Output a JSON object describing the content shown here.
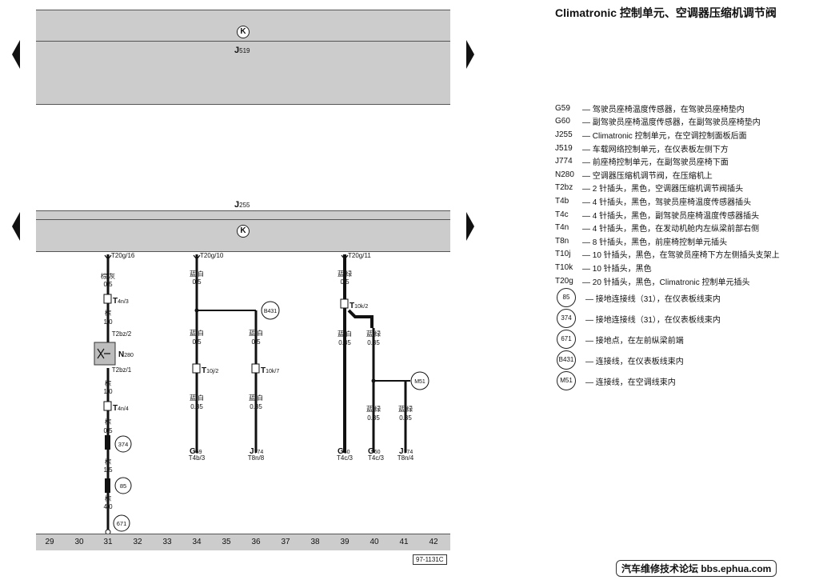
{
  "page_title": "Climatronic 控制单元、空调器压缩机调节阀",
  "top_band": {
    "component": "J",
    "component_sub": "519",
    "symbol": "K"
  },
  "mid_band": {
    "component": "J",
    "component_sub": "255",
    "symbol": "K"
  },
  "connectors_top": [
    "T20g/16",
    "T20g/10",
    "T20g/11"
  ],
  "diagram_labels": {
    "w1": "棕/灰",
    "w1s": "0.5",
    "t4n3": "T",
    "t4n3_sub": "4n/3",
    "w2": "棕",
    "w2s": "1.0",
    "t2bz2": "T2bz/2",
    "n280": "N",
    "n280_sub": "280",
    "t2bz1": "T2bz/1",
    "w3": "棕",
    "w3s": "1.0",
    "t4n4": "T",
    "t4n4_sub": "4n/4",
    "w4": "棕",
    "w4s": "0.5",
    "g374": "374",
    "w5": "棕",
    "w5s": "1.5",
    "g85": "85",
    "w6": "棕",
    "w6s": "4.0",
    "g671": "671",
    "c34a": "蓝/白",
    "c34as": "0.5",
    "b431": "B431",
    "c34b": "蓝/白",
    "c34bs": "0.5",
    "t10j2": "T",
    "t10j2_sub": "10j/2",
    "c34c": "蓝/白",
    "c34cs": "0.35",
    "g59": "G",
    "g59_sub": "59",
    "g59_conn": "T4b/3",
    "c36a": "蓝/白",
    "c36as": "0.5",
    "t10k7": "T",
    "t10k7_sub": "10k/7",
    "c36b": "蓝/白",
    "c36bs": "0.35",
    "j774a": "J",
    "j774a_sub": "774",
    "j774a_conn": "T8n/8",
    "c39a": "蓝/绿",
    "c39as": "0.5",
    "t10k2": "T",
    "t10k2_sub": "10k/2",
    "c39b": "蓝/白",
    "c39bs": "0.35",
    "g60a": "G",
    "g60a_sub": "60",
    "g60a_conn": "T4c/3",
    "c40a": "蓝/绿",
    "c40as": "0.35",
    "m51": "M51",
    "c40b": "蓝/绿",
    "c40bs": "0.35",
    "g60b": "G",
    "g60b_sub": "60",
    "g60b_conn": "T4c/3",
    "c41a": "蓝/绿",
    "c41as": "0.35",
    "j774b": "J",
    "j774b_sub": "774",
    "j774b_conn": "T8n/4"
  },
  "legend": [
    {
      "code": "G59",
      "text": "— 驾驶员座椅温度传感器，在驾驶员座椅垫内"
    },
    {
      "code": "G60",
      "text": "— 副驾驶员座椅温度传感器，在副驾驶员座椅垫内"
    },
    {
      "code": "J255",
      "text": "— Climatronic 控制单元，在空调控制面板后面"
    },
    {
      "code": "J519",
      "text": "— 车载网络控制单元，在仪表板左侧下方"
    },
    {
      "code": "J774",
      "text": "— 前座椅控制单元，在副驾驶员座椅下面"
    },
    {
      "code": "N280",
      "text": "— 空调器压缩机调节阀，在压缩机上"
    },
    {
      "code": "T2bz",
      "text": "— 2 针插头，黑色，空调器压缩机调节阀插头"
    },
    {
      "code": "T4b",
      "text": "— 4 针插头，黑色，驾驶员座椅温度传感器插头"
    },
    {
      "code": "T4c",
      "text": "— 4 针插头，黑色，副驾驶员座椅温度传感器插头"
    },
    {
      "code": "T4n",
      "text": "— 4 针插头，黑色，在发动机舱内左纵梁前部右侧"
    },
    {
      "code": "T8n",
      "text": "— 8 针插头，黑色，前座椅控制单元插头"
    },
    {
      "code": "T10j",
      "text": "— 10 针插头，黑色，在驾驶员座椅下方左侧插头支架上"
    },
    {
      "code": "T10k",
      "text": "— 10 针插头，黑色"
    },
    {
      "code": "T20g",
      "text": "— 20 针插头，黑色，Climatronic 控制单元插头"
    }
  ],
  "legend_badges": [
    {
      "badge": "85",
      "text": "— 接地连接线（31），在仪表板线束内"
    },
    {
      "badge": "374",
      "text": "— 接地连接线（31），在仪表板线束内"
    },
    {
      "badge": "671",
      "text": "— 接地点，在左前纵梁前端"
    },
    {
      "badge": "B431",
      "text": "— 连接线，在仪表板线束内"
    },
    {
      "badge": "M51",
      "text": "— 连接线，在空调线束内"
    }
  ],
  "ruler": [
    "29",
    "30",
    "31",
    "32",
    "33",
    "34",
    "35",
    "36",
    "37",
    "38",
    "39",
    "40",
    "41",
    "42"
  ],
  "doc_number": "97-1131C",
  "watermark": "汽车维修技术论坛 bbs.ephua.com"
}
